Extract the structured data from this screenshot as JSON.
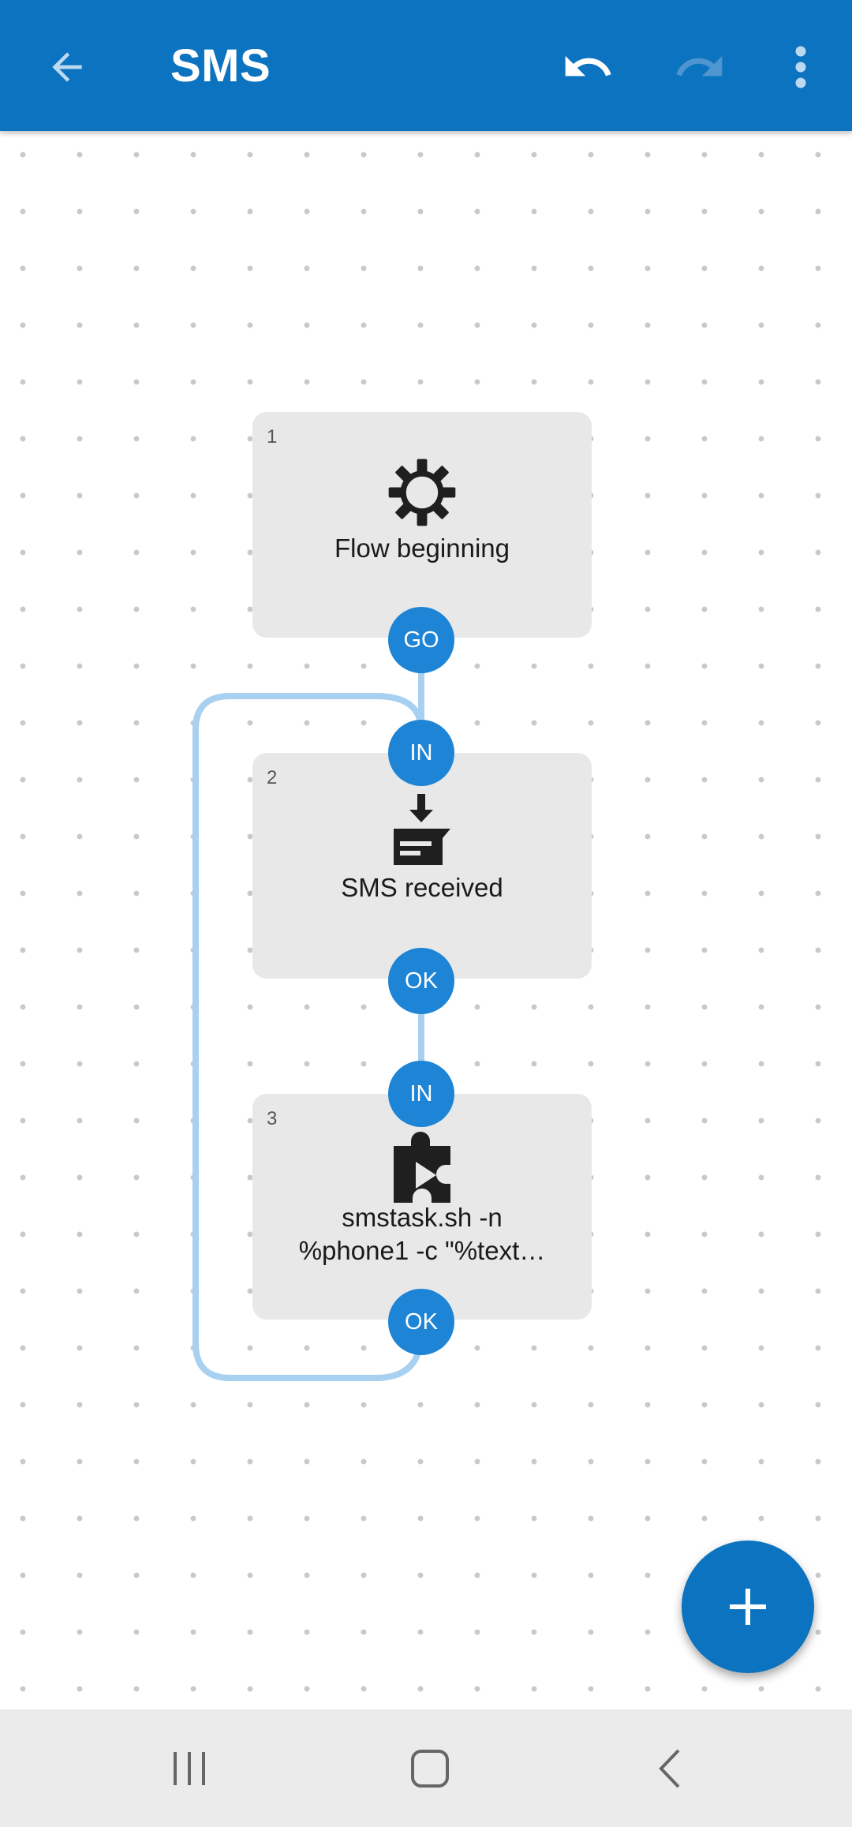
{
  "appbar": {
    "title": "SMS",
    "icons": {
      "back": "arrow-back-icon",
      "undo": "undo-icon",
      "redo": "redo-icon",
      "more": "more-vert-icon"
    },
    "redo_enabled": false
  },
  "flow": {
    "nodes": [
      {
        "number": "1",
        "icon": "gear-icon",
        "label": "Flow beginning",
        "ports": [
          {
            "text": "GO"
          }
        ]
      },
      {
        "number": "2",
        "icon": "sms-received-icon",
        "label": "SMS received",
        "ports": [
          {
            "text": "IN"
          },
          {
            "text": "OK"
          }
        ]
      },
      {
        "number": "3",
        "icon": "plugin-play-icon",
        "label_line1": "smstask.sh -n",
        "label_line2": "%phone1 -c \"%text…",
        "ports": [
          {
            "text": "IN"
          },
          {
            "text": "OK"
          }
        ]
      }
    ]
  },
  "fab": {
    "icon": "add-icon"
  },
  "navbar": {
    "icons": [
      "recent-apps-icon",
      "home-icon",
      "back-icon"
    ]
  },
  "colors": {
    "primary": "#0b73bf",
    "port": "#1d84d6",
    "connector": "#a8d0f0",
    "node": "#e8e8e8"
  }
}
